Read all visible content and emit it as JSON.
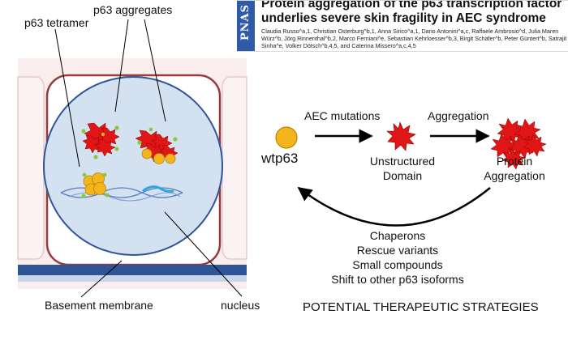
{
  "header": {
    "journal_logo": "PNAS",
    "title": "Protein aggregation of the p63 transcription factor underlies severe skin fragility in AEC syndrome",
    "authors": "Claudia Russo^a,1, Christian Osterburg^b,1, Anna Sirico^a,1, Dario Antonini^a,c, Raffaele Ambrosio^d, Julia Maren Würz^b, Jörg Rinnenthal^b,2, Marco Ferniani^e, Sebastian Kehrloesser^b,3, Birgit Schäfer^b, Peter Güntert^b, Satrajit Sinha^e, Volker Dötsch^b,4,5, and Caterina Missero^a,c,4,5"
  },
  "cell_diagram": {
    "labels": {
      "tetramer": "p63 tetramer",
      "aggregates": "p63 aggregates",
      "membrane": "Basement membrane",
      "nucleus": "nucleus"
    },
    "colors": {
      "aggregate_red": "#e01515",
      "sphere_yellow": "#f3b51b",
      "sphere_green": "#8ec63f",
      "nucleus_fill": "#d3e1f0",
      "cell_border": "#9a3b3b",
      "membrane_blue": "#2f5597",
      "dna_blue": "#5b7fc0",
      "dna_cyan": "#29a9e0"
    }
  },
  "pathway": {
    "states": [
      "wtp63",
      "Unstructured\nDomain",
      "Protein\nAggregation"
    ],
    "arrows": [
      "AEC mutations",
      "Aggregation"
    ],
    "strategies": [
      "Chaperons",
      "Rescue variants",
      "Small compounds",
      "Shift to other p63 isoforms"
    ],
    "footer": "POTENTIAL THERAPEUTIC STRATEGIES"
  }
}
